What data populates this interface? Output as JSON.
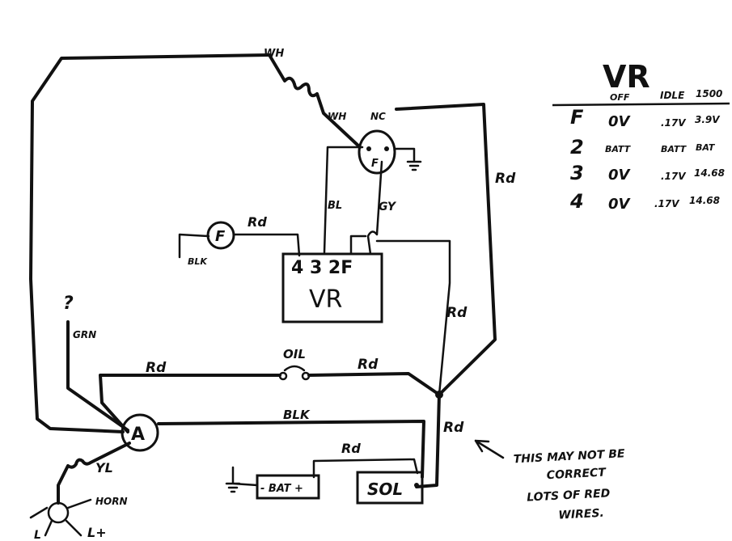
{
  "table": {
    "title": "VR",
    "headers": [
      "OFF",
      "IDLE",
      "1500"
    ],
    "rows": [
      {
        "pin": "F",
        "off": "0V",
        "idle": ".17V",
        "rpm1500": "3.9V"
      },
      {
        "pin": "2",
        "off": "BATT",
        "idle": "BATT",
        "rpm1500": "BAT"
      },
      {
        "pin": "3",
        "off": "0V",
        "idle": ".17V",
        "rpm1500": "14.68"
      },
      {
        "pin": "4",
        "off": "0V",
        "idle": ".17V",
        "rpm1500": "14.68"
      }
    ]
  },
  "vr": {
    "label": "VR",
    "terminals": "4 3 2F"
  },
  "generator": {
    "terminal_f": "F",
    "label_nc": "NC",
    "label_wh_top": "WH",
    "label_wh": "WH"
  },
  "field_light": {
    "label": "F",
    "wire_rd": "Rd",
    "wire_blk": "BLK"
  },
  "ammeter": {
    "label": "A"
  },
  "oil": {
    "label": "OIL"
  },
  "battery": {
    "label": "- BAT +"
  },
  "solenoid": {
    "label": "SOL"
  },
  "wires": {
    "bl": "BL",
    "gy": "GY",
    "rd_right": "Rd",
    "rd_mid": "Rd",
    "rd_oil_left": "Rd",
    "rd_oil_right": "Rd",
    "blk": "BLK",
    "rd_sol_up": "Rd",
    "rd_bat": "Rd",
    "grn": "GRN",
    "yl": "YL",
    "question": "?",
    "horn": "HORN",
    "l_plus": "L+",
    "l_minus": "L"
  },
  "note": {
    "lines": [
      "THIS MAY NOT BE",
      "CORRECT",
      "LOTS OF RED",
      "WIRES."
    ]
  }
}
